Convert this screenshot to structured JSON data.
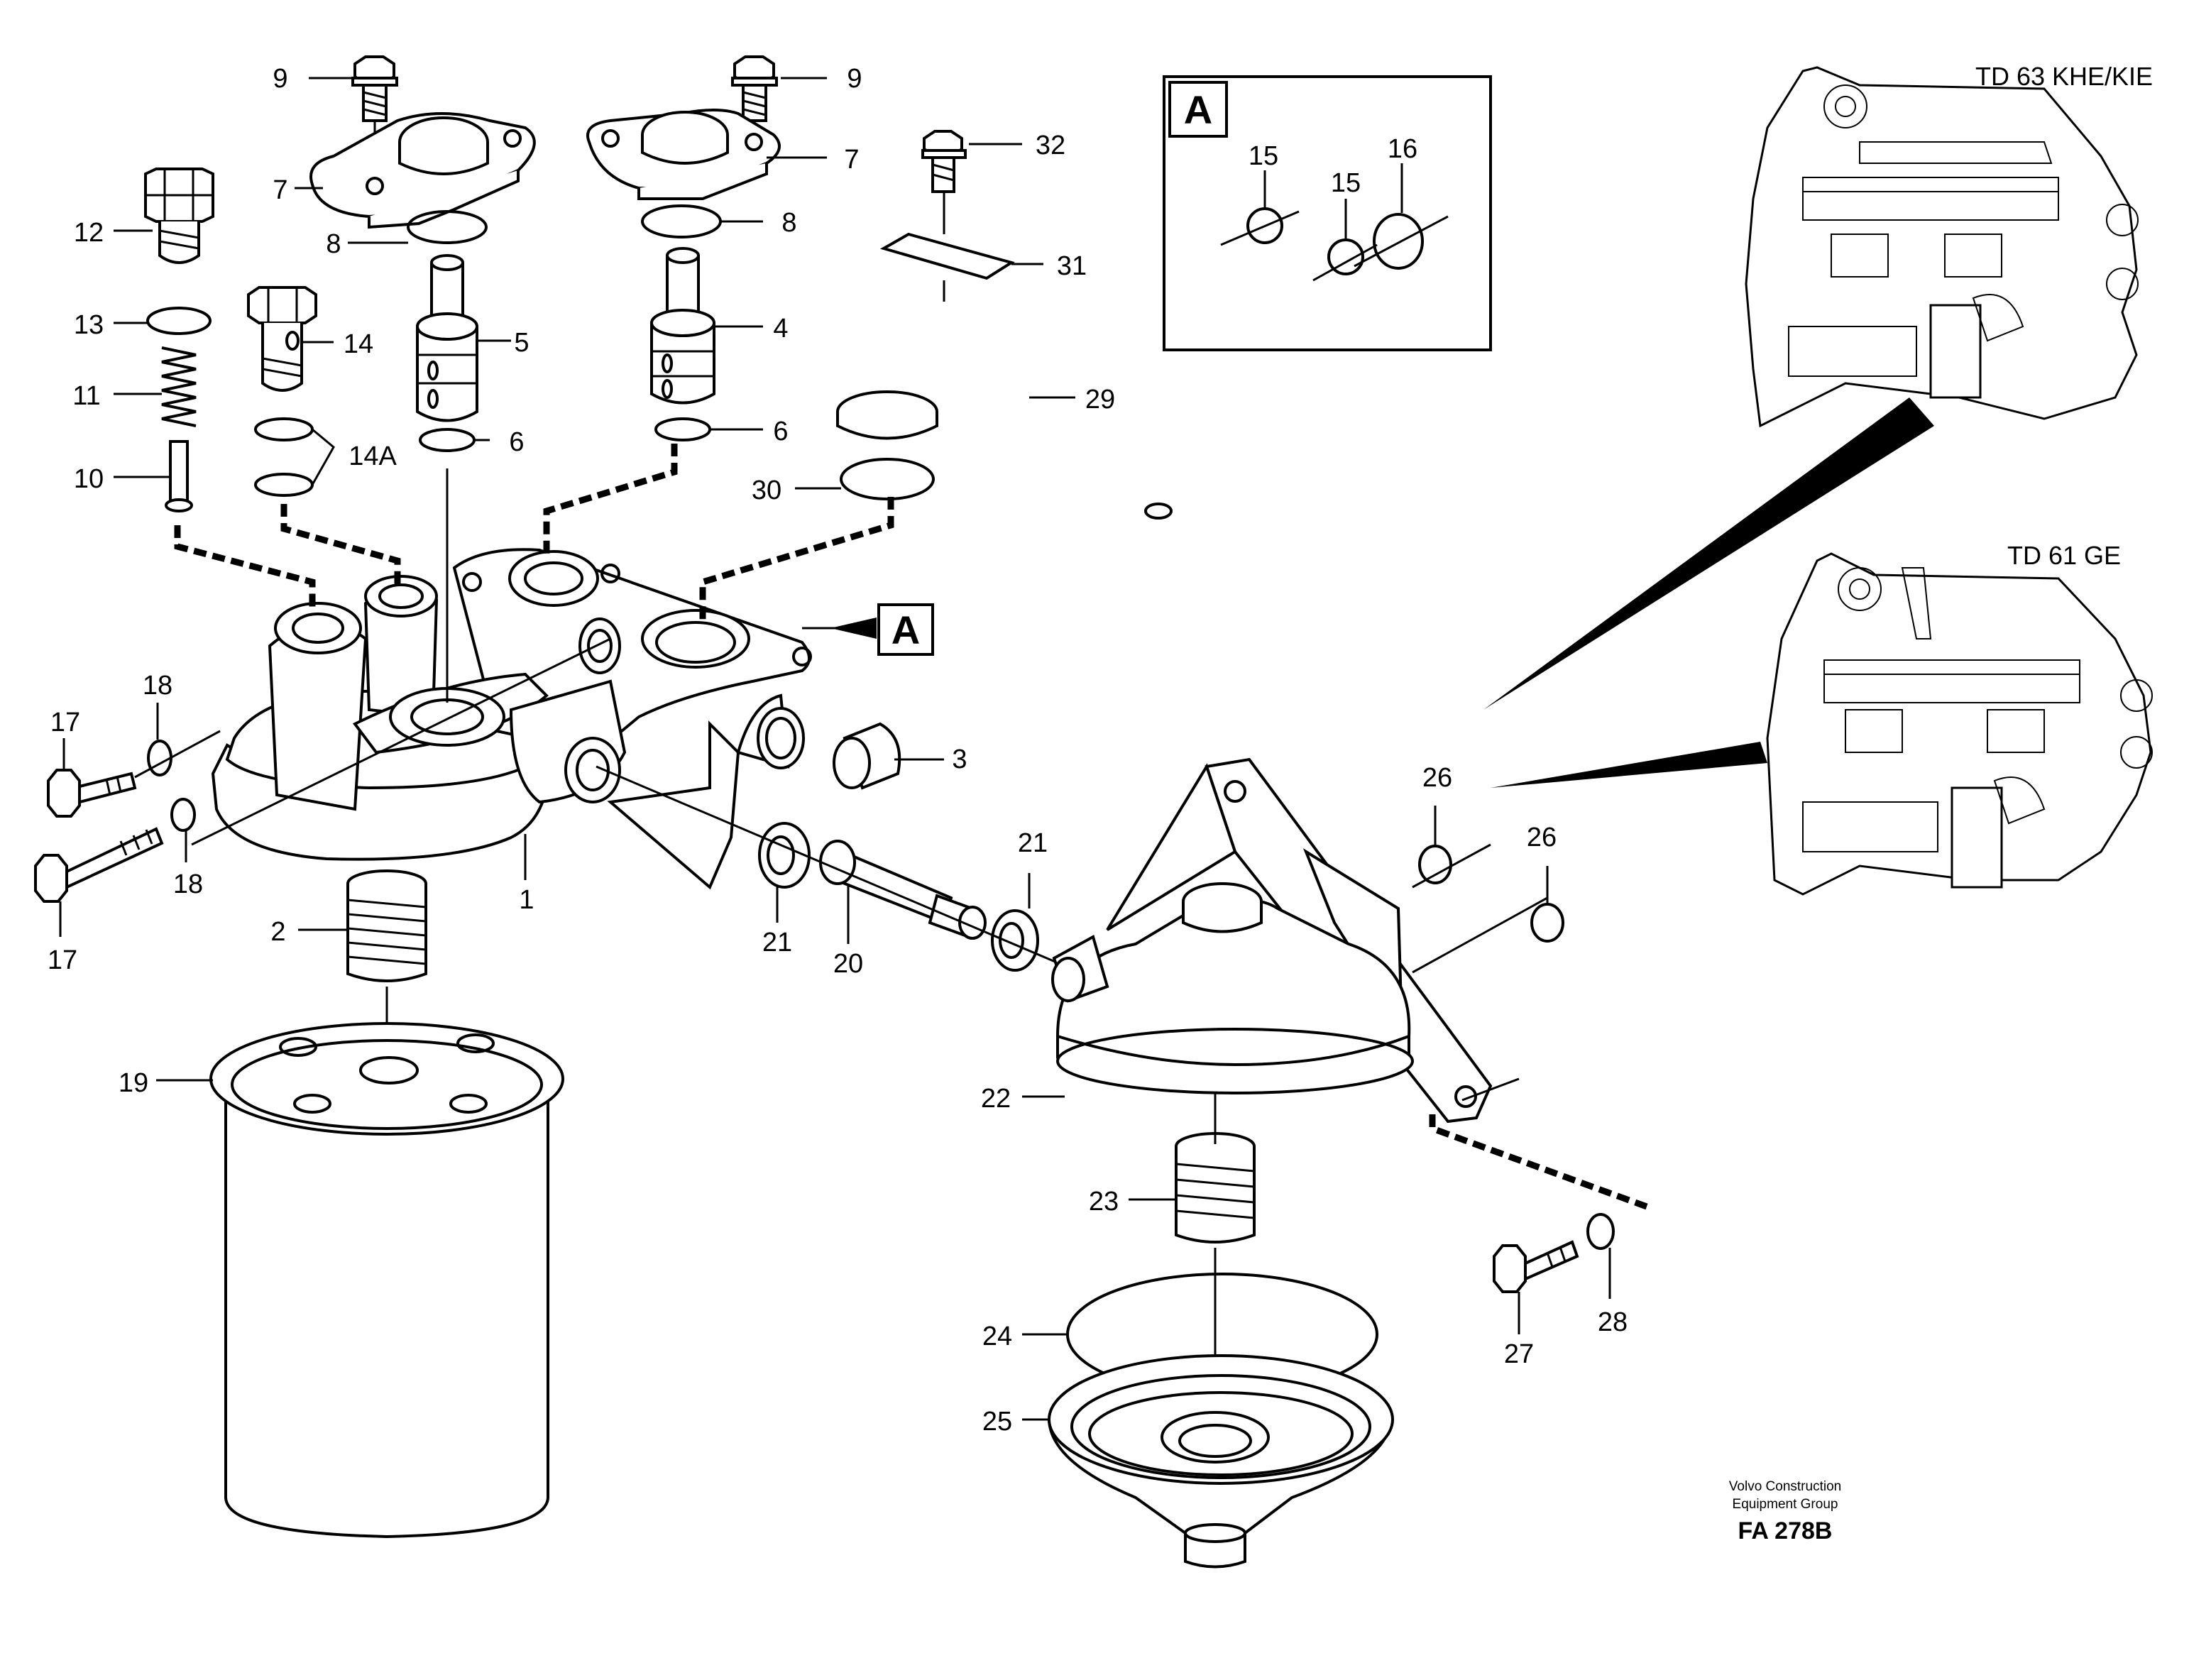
{
  "callouts": {
    "c1": "1",
    "c2": "2",
    "c3": "3",
    "c4": "4",
    "c5": "5",
    "c6a": "6",
    "c6b": "6",
    "c7a": "7",
    "c7b": "7",
    "c8a": "8",
    "c8b": "8",
    "c9a": "9",
    "c9b": "9",
    "c10": "10",
    "c11": "11",
    "c12": "12",
    "c13": "13",
    "c14": "14",
    "c14A": "14A",
    "c15a": "15",
    "c15b": "15",
    "c16": "16",
    "c17a": "17",
    "c17b": "17",
    "c18a": "18",
    "c18b": "18",
    "c19": "19",
    "c20": "20",
    "c21a": "21",
    "c21b": "21",
    "c22": "22",
    "c23": "23",
    "c24": "24",
    "c25": "25",
    "c26a": "26",
    "c26b": "26",
    "c27": "27",
    "c28": "28",
    "c29": "29",
    "c30": "30",
    "c31": "31",
    "c32": "32"
  },
  "detail_box": {
    "letter": "A"
  },
  "reference_marker": {
    "letter": "A"
  },
  "engines": {
    "top": "TD 63 KHE/KIE",
    "bottom": "TD 61 GE"
  },
  "footer": {
    "line1": "Volvo Construction",
    "line2": "Equipment Group",
    "code": "FA 278B"
  }
}
